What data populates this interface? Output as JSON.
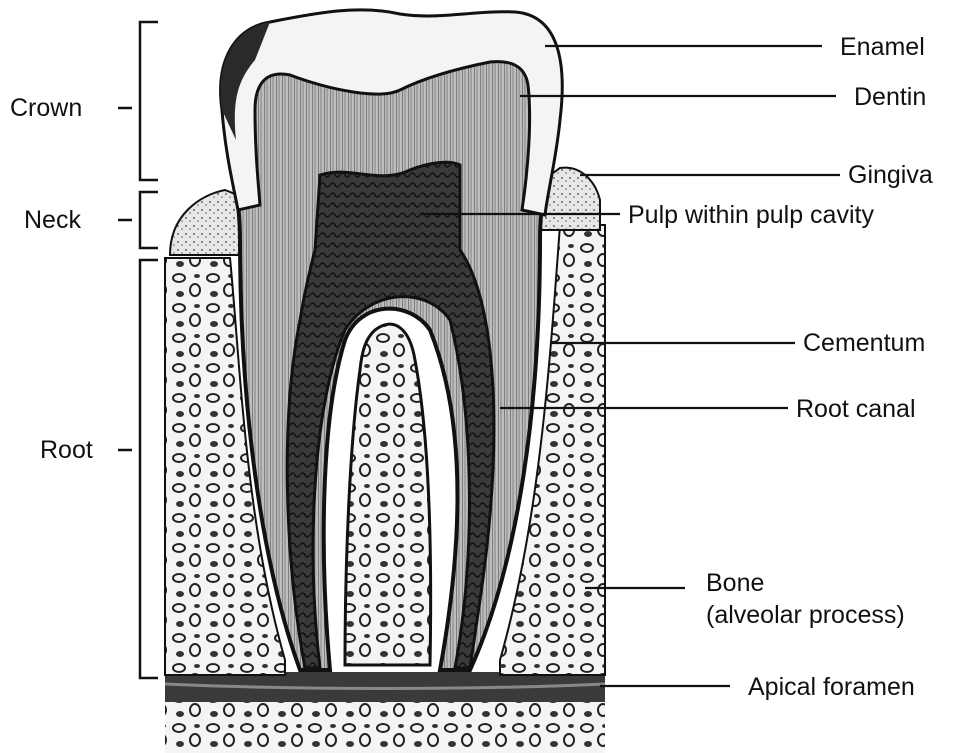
{
  "diagram": {
    "region_labels": {
      "crown": "Crown",
      "neck": "Neck",
      "root": "Root"
    },
    "structure_labels": {
      "enamel": "Enamel",
      "dentin": "Dentin",
      "gingiva": "Gingiva",
      "pulp": "Pulp within pulp cavity",
      "cementum": "Cementum",
      "root_canal": "Root canal",
      "bone_line1": "Bone",
      "bone_line2": "(alveolar process)",
      "apical_foramen": "Apical foramen"
    },
    "colors": {
      "ink": "#111111",
      "enamel": "#f2f2f2",
      "dentin": "#9a9a9a",
      "pulp": "#2a2a2a",
      "bone": "#d8d8d8",
      "gum": "#c8c8c8"
    }
  }
}
